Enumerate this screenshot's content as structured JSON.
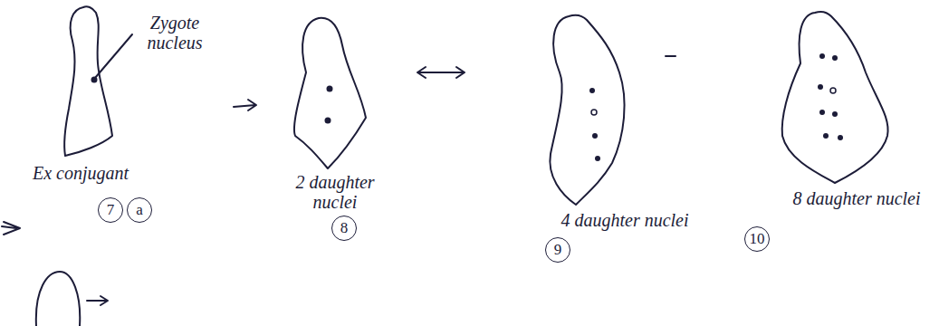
{
  "diagram": {
    "labels": [
      "Zygote nucleus",
      "Ex conjugant",
      "7",
      "a",
      "2 daughter nuclei",
      "8",
      "4 daughter nuclei",
      "9",
      "8 daughter nuclei",
      "10"
    ]
  }
}
